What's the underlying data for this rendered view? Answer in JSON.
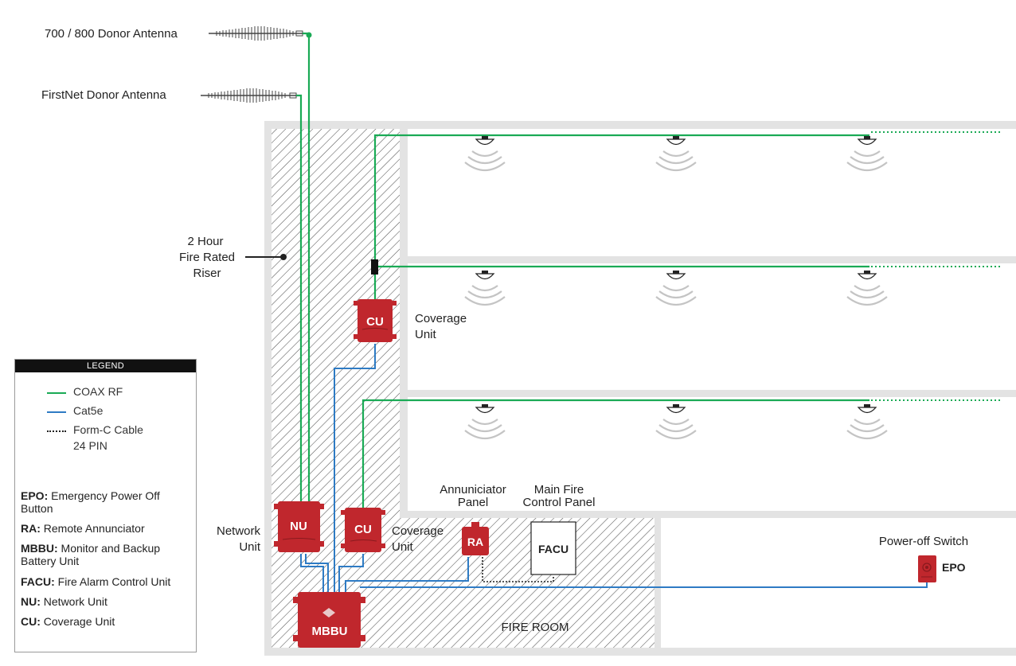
{
  "colors": {
    "coax": "#1aaa55",
    "cat5e": "#2e7bc4",
    "unit_red": "#c0272d",
    "wall": "#e3e3e3",
    "hatch": "#555555"
  },
  "antennas": {
    "donor_700_800": "700 / 800 Donor Antenna",
    "firstnet": "FirstNet Donor  Antenna"
  },
  "riser_label": [
    "2 Hour",
    "Fire Rated",
    "Riser"
  ],
  "units": {
    "cu_top": {
      "code": "CU",
      "caption": [
        "Coverage",
        "Unit"
      ]
    },
    "nu": {
      "code": "NU",
      "caption": [
        "Network",
        "Unit"
      ]
    },
    "cu_bottom": {
      "code": "CU",
      "caption": [
        "Coverage",
        "Unit"
      ]
    },
    "mbbu": {
      "code": "MBBU"
    },
    "ra": {
      "code": "RA",
      "caption": [
        "Annuniciator",
        "Panel"
      ]
    },
    "facu": {
      "code": "FACU",
      "caption": [
        "Main Fire",
        "Control Panel"
      ]
    },
    "epo": {
      "code": "EPO",
      "caption": "Power-off Switch"
    }
  },
  "fire_room_label": "FIRE ROOM",
  "legend": {
    "title": "LEGEND",
    "lines": [
      {
        "label": "COAX RF",
        "style": "coax"
      },
      {
        "label": "Cat5e",
        "style": "cat5e"
      },
      {
        "label": "Form-C Cable",
        "label2": "24 PIN",
        "style": "dotted"
      }
    ],
    "definitions": [
      {
        "abbr": "EPO:",
        "text": " Emergency Power Off Button"
      },
      {
        "abbr": "RA:",
        "text": " Remote Annunciator"
      },
      {
        "abbr": "MBBU:",
        "text": " Monitor and Backup Battery Unit"
      },
      {
        "abbr": "FACU:",
        "text": " Fire Alarm Control Unit"
      },
      {
        "abbr": "NU:",
        "text": " Network Unit"
      },
      {
        "abbr": "CU:",
        "text": " Coverage Unit"
      }
    ]
  }
}
